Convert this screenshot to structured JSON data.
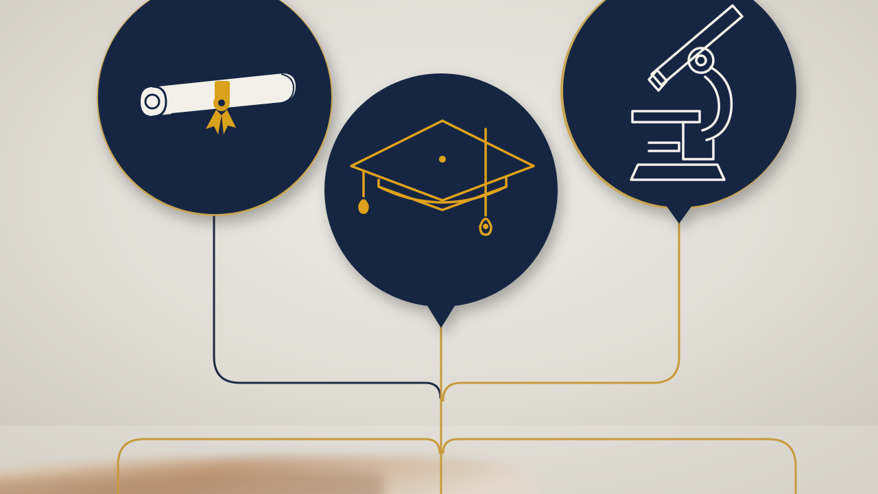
{
  "scene": {
    "subject": "education-pathway-illustration",
    "palette": {
      "background": "#dddbd3",
      "navy": "#152744",
      "gold": "#d9a11c",
      "gold_line": "#c89a3c",
      "navy_line": "#1e2a44",
      "white_icon": "#f4f2ec",
      "wood_light": "#d9b98e",
      "wood_dark": "#7a4a24"
    },
    "icons": [
      {
        "id": "diploma",
        "name": "diploma-scroll-icon",
        "color": "white-and-gold"
      },
      {
        "id": "cap",
        "name": "graduation-cap-icon",
        "color": "gold"
      },
      {
        "id": "microscope",
        "name": "microscope-icon",
        "color": "white"
      }
    ]
  }
}
